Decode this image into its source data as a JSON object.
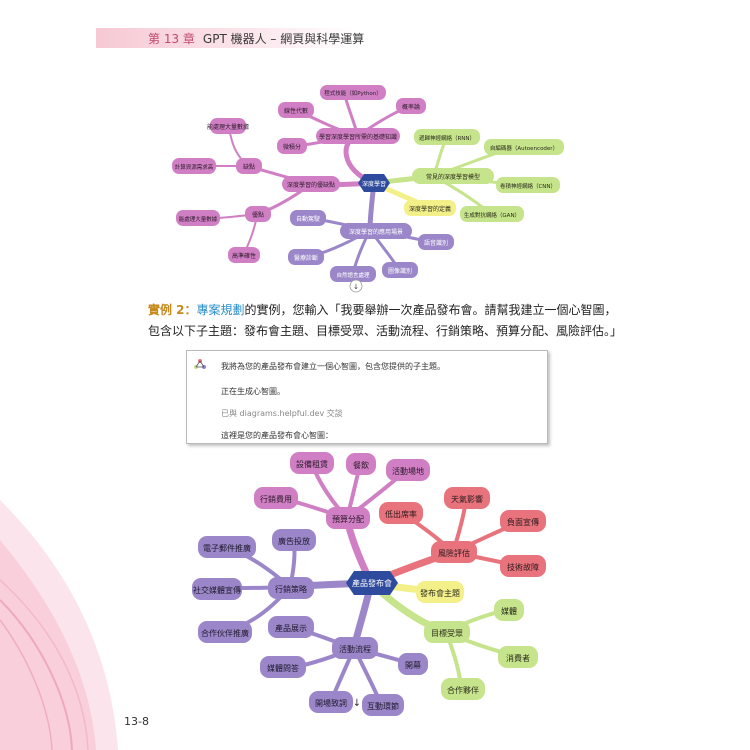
{
  "header": {
    "chapter": "第 13 章",
    "title": "GPT 機器人 – 網頁與科學運算"
  },
  "colors": {
    "header_accent": "#c0496e",
    "center_node": "#2f4b9e",
    "pink_node": "#d17fc4",
    "red_node": "#e8737d",
    "green_node": "#c6e48b",
    "yellow_node": "#f3f08a",
    "purple_node": "#9a86c8"
  },
  "mindmap1": {
    "center": "深度學習",
    "nodes": [
      "學習深度學習所需的基礎知識",
      "程式技能（如Python）",
      "線性代數",
      "微積分",
      "概率論",
      "深度學習的優缺點",
      "缺點",
      "計算資源需求高",
      "優點",
      "能處理大量數據",
      "高準確性",
      "常見的深度學習模型",
      "遞歸神經網絡（RNN）",
      "自編碼器（Autoencoder）",
      "卷積神經網絡（CNN）",
      "生成對抗網絡（GAN）",
      "深度學習的定義",
      "深度學習的應用場景",
      "自動駕駛",
      "醫療診斷",
      "自然語言處理",
      "圖像識別",
      "語音識別"
    ]
  },
  "example": {
    "label": "實例 2：",
    "highlight": "專案規劃",
    "line1_rest": "的實例，您輸入「我要舉辦一次產品發布會。請幫我建立一個心智圖，",
    "line2": "包含以下子主題：發布會主題、目標受眾、活動流程、行銷策略、預算分配、風險評估。」"
  },
  "chat": {
    "line1": "我將為您的產品發布會建立一個心智圖，包含您提供的子主題。",
    "line2": "正在生成心智圖。",
    "line3": "已與 diagrams.helpful.dev 交談",
    "line4": "這裡是您的產品發布會心智圖："
  },
  "mindmap2": {
    "center": "產品發布會",
    "nodes": [
      "預算分配",
      "設備租賃",
      "餐飲",
      "活動場地",
      "行銷費用",
      "風險評估",
      "天氣影響",
      "低出席率",
      "負面宣傳",
      "技術故障",
      "行銷策略",
      "廣告投放",
      "電子郵件推廣",
      "社交媒體宣傳",
      "合作伙伴推廣",
      "發布會主題",
      "目標受眾",
      "媒體",
      "消費者",
      "合作夥伴",
      "活動流程",
      "產品展示",
      "媒體問答",
      "開幕",
      "開場致詞",
      "互動環節"
    ]
  },
  "page_number": "13-8"
}
